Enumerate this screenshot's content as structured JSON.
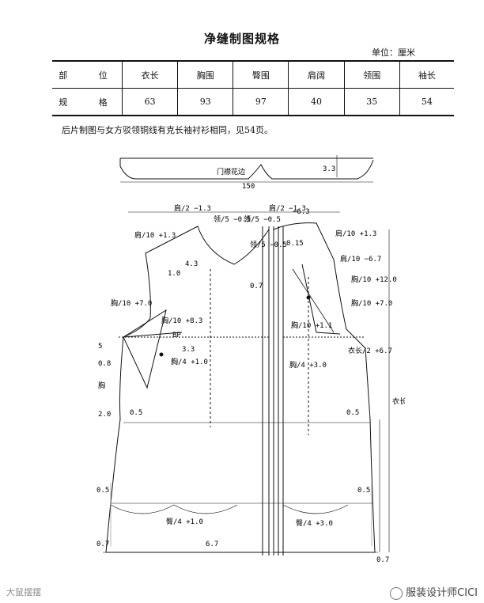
{
  "title": "净缝制图规格",
  "unit": "单位：厘米",
  "table": {
    "headers": [
      "部 位",
      "衣长",
      "胸围",
      "臀围",
      "肩阔",
      "领围",
      "袖长"
    ],
    "row_label": "规 格",
    "values": [
      "63",
      "93",
      "97",
      "40",
      "35",
      "54"
    ]
  },
  "note": "后片制图与女方驳领铜线有克长袖衬衫相同，见54页。",
  "strip": {
    "label": "门襟花边",
    "width": "3.3",
    "length": "150"
  },
  "labels": {
    "shoulder_left": "肩/2 −1.3",
    "shoulder_right": "肩/2 −1.3",
    "neck_left": "领/5 −0.5",
    "neck_right": "领/5 −0.5",
    "neck_drop": "领/5 −0.5",
    "front_ext": "−6.3",
    "drop_left": "肩/10 +1.3",
    "drop_right": "肩/10 +1.3",
    "d43": "4.3",
    "d10": "1.0",
    "d07": "0.7",
    "d015": "0.15",
    "armhole_left": "胸/10 +7.0",
    "bust_dart": "胸/10 +8.3",
    "bp": "BP",
    "bust_right": "胸/10 +1.1",
    "bust_quarter_left": "胸/4 +1.0",
    "bust_quarter_right": "胸/4 +3.0",
    "d33": "3.3",
    "d08": "0.8",
    "d5": "5",
    "d20": "2.0",
    "d05a": "0.5",
    "d05b": "0.5",
    "d05c": "0.5",
    "d05d": "0.5",
    "d67_top": "肩/10 −6.7",
    "armhole_right1": "胸/10 +12.0",
    "armhole_right2": "胸/10 +7.0",
    "waist_right": "衣长/2 +6.7",
    "length_label": "衣长",
    "hip_left": "臀/4 +1.0",
    "hip_right": "臀/4 +3.0",
    "hem_67": "6.7",
    "d07_bl": "0.7",
    "d07_br": "0.7",
    "bust_side": "胸"
  },
  "watermark_left": "大鼠摆摆",
  "watermark_right": "服装设计师CICI"
}
